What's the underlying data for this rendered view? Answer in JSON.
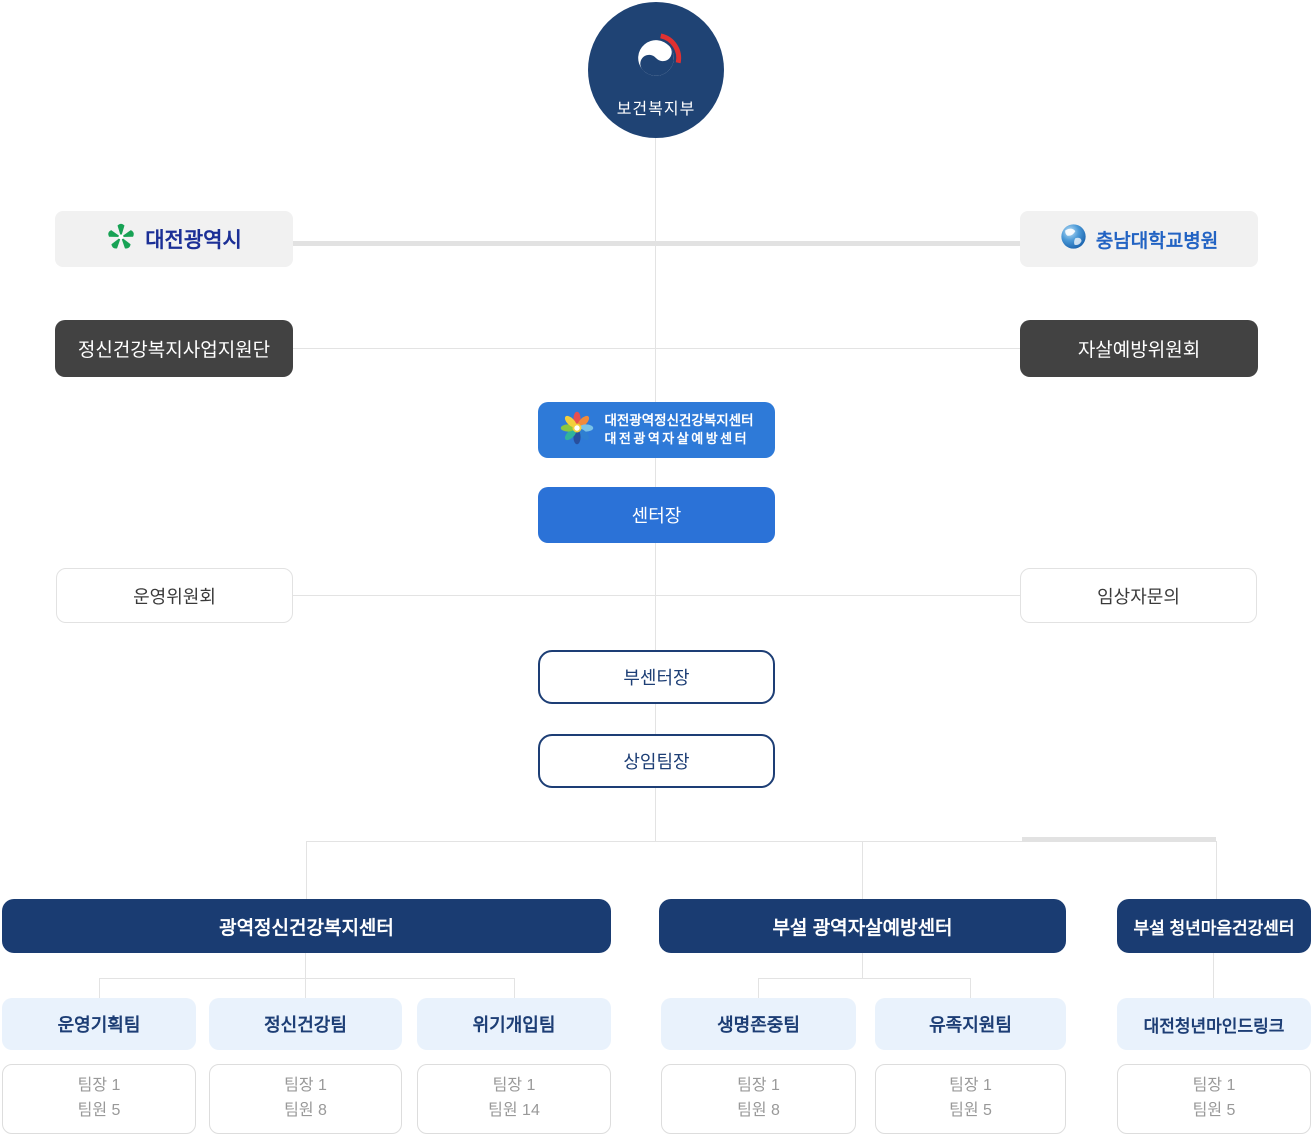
{
  "ministry": {
    "label": "보건복지부"
  },
  "partners": {
    "city": {
      "label": "대전광역시"
    },
    "hospital": {
      "label": "충남대학교병원"
    }
  },
  "committees": {
    "support_group": {
      "label": "정신건강복지사업지원단"
    },
    "suicide_prevention": {
      "label": "자살예방위원회"
    },
    "operating": {
      "label": "운영위원회"
    },
    "clinical_advisor": {
      "label": "임상자문의"
    }
  },
  "center": {
    "logo_line1": "대전광역정신건강복지센터",
    "logo_line2": "대전광역자살예방센터",
    "director": {
      "label": "센터장"
    },
    "deputy_director": {
      "label": "부센터장"
    },
    "standing_team_leader": {
      "label": "상임팀장"
    }
  },
  "sections": [
    {
      "title": "광역정신건강복지센터",
      "teams": [
        {
          "name": "운영기획팀",
          "leader": "팀장 1",
          "members": "팀원 5"
        },
        {
          "name": "정신건강팀",
          "leader": "팀장 1",
          "members": "팀원 8"
        },
        {
          "name": "위기개입팀",
          "leader": "팀장 1",
          "members": "팀원 14"
        }
      ]
    },
    {
      "title": "부설 광역자살예방센터",
      "teams": [
        {
          "name": "생명존중팀",
          "leader": "팀장 1",
          "members": "팀원 8"
        },
        {
          "name": "유족지원팀",
          "leader": "팀장 1",
          "members": "팀원 5"
        }
      ]
    },
    {
      "title": "부설 청년마음건강센터",
      "teams": [
        {
          "name": "대전청년마인드링크",
          "leader": "팀장 1",
          "members": "팀원 5"
        }
      ]
    }
  ],
  "colors": {
    "navy": "#1a3c72",
    "circle_navy": "#1f4374",
    "blue": "#2b72d7",
    "logo_blue": "#2e7ad8",
    "dark_gray": "#424242",
    "light_gray": "#f1f1f1",
    "light_blue": "#e9f2fc",
    "city_green": "#17a254",
    "taegeuk_red": "#e03131"
  }
}
